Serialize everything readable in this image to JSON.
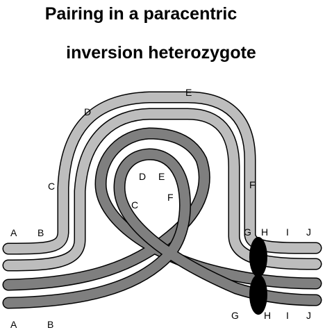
{
  "title": {
    "line1": "Pairing in a paracentric",
    "line2": "inversion heterozygote"
  },
  "colors": {
    "light_chromatid": "#bdbdbd",
    "dark_chromatid": "#7f7f7f",
    "outline": "#000000",
    "centromere": "#000000",
    "background": "#ffffff"
  },
  "labels": {
    "outer_top_left_a": "A",
    "outer_top_left_b": "B",
    "outer_c": "C",
    "outer_d": "D",
    "outer_e": "E",
    "outer_f": "F",
    "outer_g": "G",
    "outer_h": "H",
    "outer_i": "I",
    "outer_j": "J",
    "inner_c": "C",
    "inner_d": "D",
    "inner_e": "E",
    "inner_f": "F",
    "bottom_a": "A",
    "bottom_b": "B",
    "bottom_g": "G",
    "bottom_h": "H",
    "bottom_i": "I",
    "bottom_j": "J"
  }
}
